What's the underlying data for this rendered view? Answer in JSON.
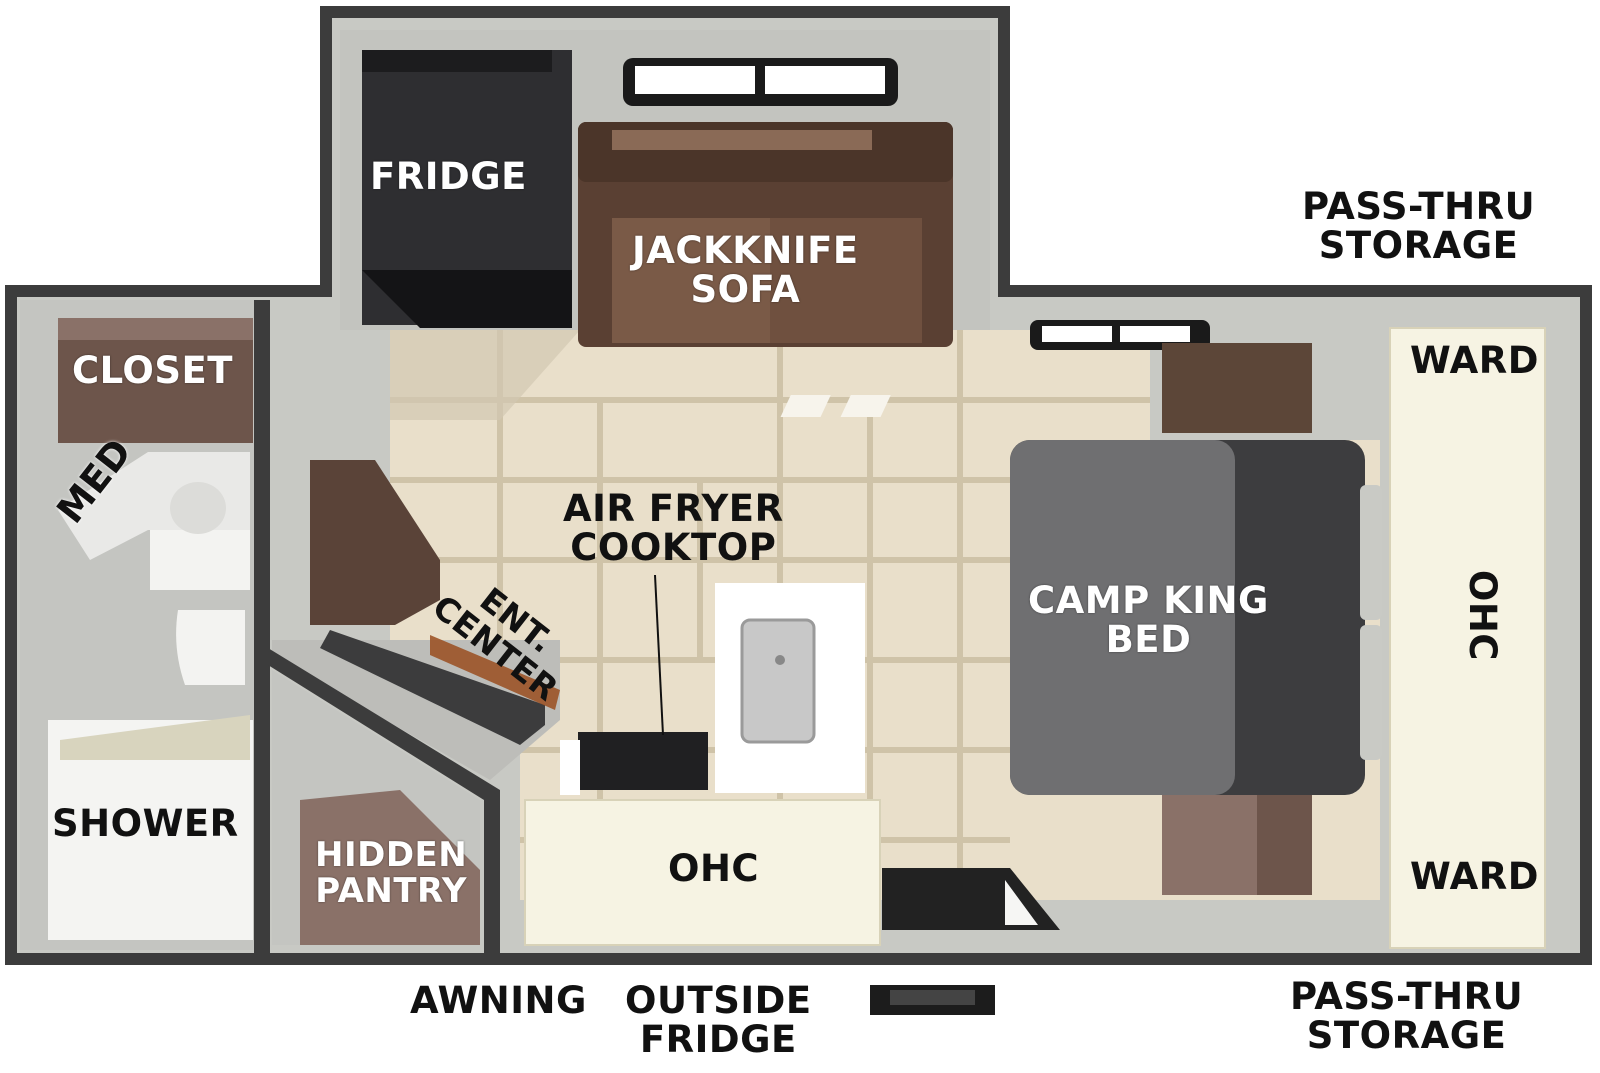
{
  "floorplan": {
    "labels": {
      "fridge": "FRIDGE",
      "jackknife_sofa_1": "JACKKNIFE",
      "jackknife_sofa_2": "SOFA",
      "pass_thru_storage_top_1": "PASS-THRU",
      "pass_thru_storage_top_2": "STORAGE",
      "closet": "CLOSET",
      "med": "MED",
      "air_fryer_cooktop_1": "AIR FRYER",
      "air_fryer_cooktop_2": "COOKTOP",
      "ent_center_1": "ENT.",
      "ent_center_2": "CENTER",
      "camp_king_bed_1": "CAMP KING",
      "camp_king_bed_2": "BED",
      "ward_top": "WARD",
      "ohc_rear": "OHC",
      "ward_bottom": "WARD",
      "shower": "SHOWER",
      "hidden_pantry_1": "HIDDEN",
      "hidden_pantry_2": "PANTRY",
      "ohc_kitchen": "OHC",
      "awning": "AWNING",
      "outside_fridge_1": "OUTSIDE",
      "outside_fridge_2": "FRIDGE",
      "pass_thru_storage_bottom_1": "PASS-THRU",
      "pass_thru_storage_bottom_2": "STORAGE"
    },
    "colors": {
      "wall": "#3a3a3a",
      "wall_inner": "#c9cac5",
      "floor": "#efe9dc",
      "tile": "#e2d8c3",
      "wood": "#6a5246",
      "sofa": "#5a4033",
      "fridge": "#2e2e31",
      "cabinet": "#f6f3e3",
      "bed": "#6f6f71"
    }
  }
}
